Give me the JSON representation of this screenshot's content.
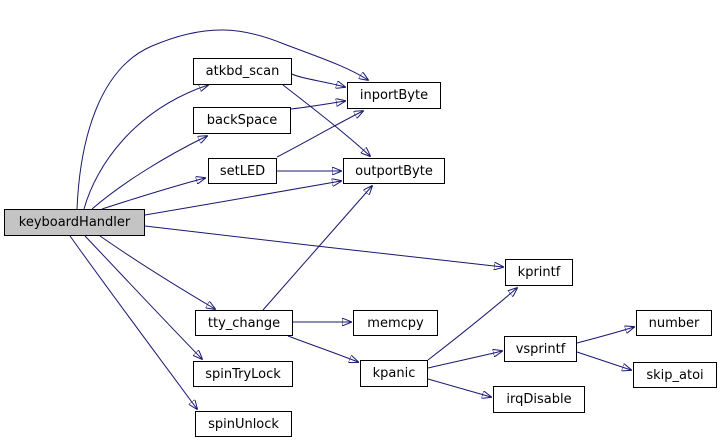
{
  "diagram": {
    "type": "call-graph",
    "root": "keyboardHandler",
    "colors": {
      "edge": "#191970",
      "node_border": "#000000",
      "node_fill": "#ffffff",
      "root_node_fill": "#c4c4c4",
      "text": "#000000",
      "background": "#ffffff"
    },
    "nodes": {
      "keyboardHandler": {
        "label": "keyboardHandler"
      },
      "atkbd_scan": {
        "label": "atkbd_scan"
      },
      "backSpace": {
        "label": "backSpace"
      },
      "setLED": {
        "label": "setLED"
      },
      "inportByte": {
        "label": "inportByte"
      },
      "outportByte": {
        "label": "outportByte"
      },
      "kprintf": {
        "label": "kprintf"
      },
      "tty_change": {
        "label": "tty_change"
      },
      "memcpy": {
        "label": "memcpy"
      },
      "spinTryLock": {
        "label": "spinTryLock"
      },
      "spinUnlock": {
        "label": "spinUnlock"
      },
      "kpanic": {
        "label": "kpanic"
      },
      "vsprintf": {
        "label": "vsprintf"
      },
      "irqDisable": {
        "label": "irqDisable"
      },
      "number": {
        "label": "number"
      },
      "skip_atoi": {
        "label": "skip_atoi"
      }
    },
    "edges": [
      {
        "from": "keyboardHandler",
        "to": "atkbd_scan"
      },
      {
        "from": "keyboardHandler",
        "to": "inportByte"
      },
      {
        "from": "keyboardHandler",
        "to": "backSpace"
      },
      {
        "from": "keyboardHandler",
        "to": "setLED"
      },
      {
        "from": "keyboardHandler",
        "to": "outportByte"
      },
      {
        "from": "keyboardHandler",
        "to": "kprintf"
      },
      {
        "from": "keyboardHandler",
        "to": "tty_change"
      },
      {
        "from": "keyboardHandler",
        "to": "spinTryLock"
      },
      {
        "from": "keyboardHandler",
        "to": "spinUnlock"
      },
      {
        "from": "atkbd_scan",
        "to": "inportByte"
      },
      {
        "from": "atkbd_scan",
        "to": "outportByte"
      },
      {
        "from": "backSpace",
        "to": "inportByte"
      },
      {
        "from": "setLED",
        "to": "inportByte"
      },
      {
        "from": "setLED",
        "to": "outportByte"
      },
      {
        "from": "tty_change",
        "to": "outportByte"
      },
      {
        "from": "tty_change",
        "to": "memcpy"
      },
      {
        "from": "tty_change",
        "to": "kpanic"
      },
      {
        "from": "kpanic",
        "to": "kprintf"
      },
      {
        "from": "kpanic",
        "to": "vsprintf"
      },
      {
        "from": "kpanic",
        "to": "irqDisable"
      },
      {
        "from": "vsprintf",
        "to": "number"
      },
      {
        "from": "vsprintf",
        "to": "skip_atoi"
      }
    ]
  }
}
